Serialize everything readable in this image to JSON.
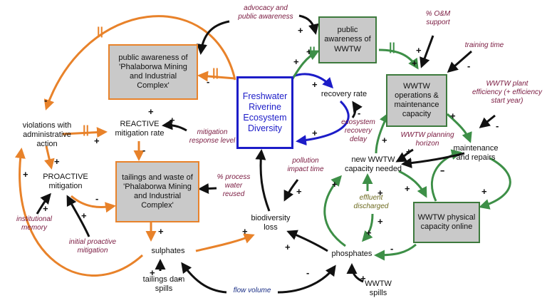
{
  "boxes": {
    "public_awareness_phalaborwa": "public awareness of\n'Phalaborwa Mining\nand Industrial\nComplex'",
    "tailings_and_waste": "tailings and waste of\n'Phalaborwa Mining\nand Industrial\nComplex'",
    "freshwater_diversity": "Freshwater\nRiverine\nEcosystem\nDiversity",
    "public_awareness_wwtw": "public\nawareness of\nWWTW",
    "wwtw_operations": "WWTW\noperations &\nmaintenance\ncapacity",
    "wwtw_physical_capacity": "WWTW physical\ncapacity online"
  },
  "variables": {
    "violations": "violations with\nadministrative\naction",
    "reactive_rate": "REACTIVE\nmitigation rate",
    "proactive": "PROACTIVE\nmitigation",
    "sulphates": "sulphates",
    "tailings_dam_spills": "tailings dam\nspills",
    "biodiversity_loss": "biodiversity\nloss",
    "recovery_rate": "recovery rate",
    "new_capacity": "new WWTW\ncapacity needed",
    "maintenance": "maintenance\nand repairs",
    "phosphates": "phosphates",
    "wwtw_spills": "WWTW\nspills"
  },
  "external_factors": {
    "advocacy": "advocacy and\npublic awareness",
    "om_support": "% O&M\nsupport",
    "training_time": "training time",
    "plant_efficiency": "WWTW plant\nefficiency (+ efficiency\nstart year)",
    "mitigation_response": "mitigation\nresponse level",
    "ecosystem_delay": "ecosystem\nrecovery\ndelay",
    "planning_horizon": "WWTW planning\nhorizon",
    "pollution_impact": "pollution\nimpact time",
    "process_water": "% process\nwater\nreused",
    "institutional_memory": "institutional\nmemory",
    "initial_proactive": "initial proactive\nmitigation",
    "effluent": "effluent\ndischarged",
    "flow_volume": "flow volume"
  },
  "link_signs": [
    {
      "key": "s_adv",
      "text": "+"
    },
    {
      "key": "s_pa_box_in",
      "text": "-"
    },
    {
      "key": "s_top_arc_end",
      "text": "-"
    },
    {
      "key": "s_pa_to_reactive",
      "text": "+"
    },
    {
      "key": "s_viol_reactive",
      "text": "+"
    },
    {
      "key": "s_mit_resp",
      "text": "+"
    },
    {
      "key": "s_reactive_tail",
      "text": "-"
    },
    {
      "key": "s_viol_pro",
      "text": "+"
    },
    {
      "key": "s_pro_tail",
      "text": "-"
    },
    {
      "key": "s_inst",
      "text": "+"
    },
    {
      "key": "s_init",
      "text": "+"
    },
    {
      "key": "s_sulph_viol",
      "text": "+"
    },
    {
      "key": "s_tail_sulph",
      "text": "+"
    },
    {
      "key": "s_proc",
      "text": "-"
    },
    {
      "key": "s_spill_sulph",
      "text": "+"
    },
    {
      "key": "s_sulph_bio",
      "text": "+"
    },
    {
      "key": "s_bio_fed",
      "text": "-"
    },
    {
      "key": "s_poll",
      "text": "+"
    },
    {
      "key": "s_fed_pa",
      "text": "+"
    },
    {
      "key": "s_fed_rec",
      "text": "+"
    },
    {
      "key": "s_rec_fed",
      "text": "+"
    },
    {
      "key": "s_delay",
      "text": "-"
    },
    {
      "key": "s_fed_wwtw",
      "text": "+"
    },
    {
      "key": "s_pw_ops",
      "text": "+"
    },
    {
      "key": "s_om",
      "text": "+"
    },
    {
      "key": "s_train",
      "text": "-"
    },
    {
      "key": "s_eff_plant",
      "text": "-"
    },
    {
      "key": "s_ops_maint",
      "text": "+"
    },
    {
      "key": "s_plan",
      "text": "+"
    },
    {
      "key": "s_new_ops",
      "text": "+"
    },
    {
      "key": "s_maint_new",
      "text": "-"
    },
    {
      "key": "s_maint_phys",
      "text": "+"
    },
    {
      "key": "s_new_phys",
      "text": "+"
    },
    {
      "key": "s_phys_new",
      "text": "-"
    },
    {
      "key": "s_phos_new",
      "text": "+"
    },
    {
      "key": "s_eff_dis",
      "text": "+"
    },
    {
      "key": "s_eff_phos",
      "text": "+"
    },
    {
      "key": "s_phys_phos",
      "text": "-"
    },
    {
      "key": "s_phos_bio",
      "text": "+"
    },
    {
      "key": "s_flow_sulph",
      "text": "-"
    },
    {
      "key": "s_flow_phos",
      "text": "-"
    },
    {
      "key": "s_spills_phos",
      "text": "+"
    },
    {
      "key": "s_phys_loop",
      "text": "+"
    }
  ],
  "delay_mark": "||",
  "colors": {
    "orange": "#e8822a",
    "green": "#3d8f47",
    "blue": "#1c1cc8",
    "black": "#111111",
    "maroon_text": "#7a1a40",
    "navy_text": "#1a2f86",
    "olive_text": "#6d6a1e"
  }
}
